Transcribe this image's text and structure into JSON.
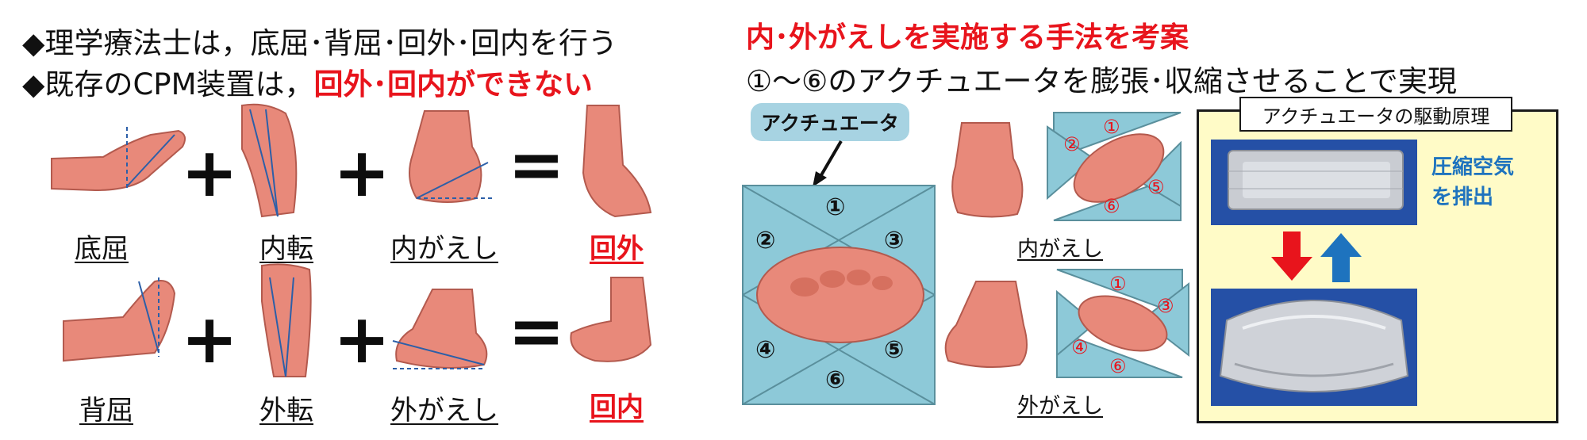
{
  "left": {
    "line1_prefix": "◆理学療法士は，底屈･背屈･回外･回内を行う",
    "line2_prefix": "◆既存のCPM装置は，",
    "line2_emphasis": "回外･回内ができない",
    "row1": {
      "labels": [
        "底屈",
        "内転",
        "内がえし"
      ],
      "result": "回外"
    },
    "row2": {
      "labels": [
        "背屈",
        "外転",
        "外がえし"
      ],
      "result": "回内"
    },
    "plus": "+",
    "equals": "="
  },
  "right": {
    "heading": "内･外がえしを実施する手法を考案",
    "subheading": "①～⑥のアクチュエータを膨張･収縮させることで実現",
    "actuator_tag": "アクチュエータ",
    "big_numbers": [
      "①",
      "②",
      "③",
      "④",
      "⑤",
      "⑥"
    ],
    "small_top_numbers": [
      "①",
      "②",
      "⑤",
      "⑥"
    ],
    "small_bottom_numbers": [
      "①",
      "③",
      "④",
      "⑥"
    ],
    "inversion_label": "内がえし",
    "eversion_label": "外がえし"
  },
  "panel": {
    "title": "アクチュエータの駆動原理",
    "note": "圧縮空気を排出"
  },
  "colors": {
    "accent_red": "#e8141c",
    "accent_blue": "#1e73be",
    "actuator_cyan": "#7fc4d4",
    "panel_yellow": "#fffbc7",
    "skin": "#e8897a"
  }
}
